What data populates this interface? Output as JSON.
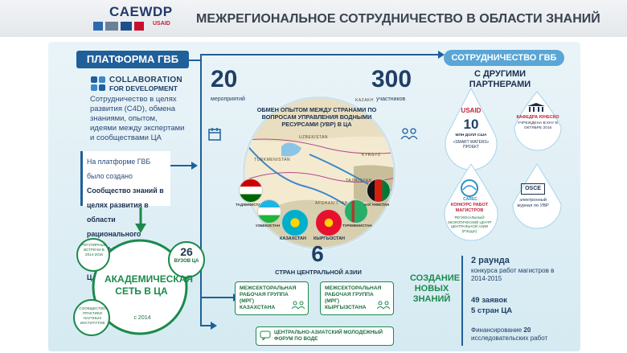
{
  "header": {
    "logo_text": "CAEWDP",
    "usaid": "USAID",
    "title": "МЕЖРЕГИОНАЛЬНОЕ СОТРУДНИЧЕСТВО В ОБЛАСТИ ЗНАНИЙ"
  },
  "platform": {
    "banner": "ПЛАТФОРМА ГВБ",
    "c4d_line1": "COLLABORATION",
    "c4d_line2": "FOR DEVELOPMENT",
    "description": "Сотрудничество в целях развития (C4D), обмена знаниями, опытом, идеями между экспертами и сообществами ЦА",
    "community_intro": "На платформе ГВБ было создано",
    "community_bold": "Сообщество знаний в целях развития в области рационального использования природных ресурсов ЦА"
  },
  "academic": {
    "title": "АКАДЕМИЧЕСКАЯ СЕТЬ В ЦА",
    "meetings": "РЕГУЛЯРНЫЕ ВСТРЕЧИ В 2014-2016",
    "universities_num": "26",
    "universities_label": "ВУЗОВ ЦА",
    "practice": "СООБЩЕСТВО ПРАКТИКИ НАУЧНЫХ ИНСТИТУТОВ",
    "since": "с 2014"
  },
  "stats": {
    "events_num": "20",
    "events_label": "мероприятий",
    "participants_num": "300",
    "participants_label": "участников",
    "countries_num": "6",
    "countries_label": "СТРАН ЦЕНТРАЛЬНОЙ АЗИИ",
    "exchange": "ОБМЕН ОПЫТОМ МЕЖДУ СТРАНАМИ ПО ВОПРОСАМ УПРАВЛЕНИЯ ВОДНЫМИ РЕСУРСАМИ (УВР) В ЦА"
  },
  "map_labels": {
    "kazakhstan": "KAZAKH",
    "uzbekistan": "UZBEKISTAN",
    "turkmenistan": "TURKMENISTAN",
    "kyrgyz": "KYRGYZ",
    "tajik": "TAJIKISTAN",
    "afghanistan": "AFGHANISTAN"
  },
  "flags": {
    "tajikistan": "ТАДЖИКИСТАН",
    "uzbekistan": "УЗБЕКИСТАН",
    "kazakhstan": "КАЗАХСТАН",
    "kyrgyzstan": "КЫРГЫЗСТАН",
    "turkmenistan": "ТУРКМЕНИСТАН",
    "afghanistan": "АФГАНИСТАН"
  },
  "groups": {
    "kz": "МЕЖСЕКТОРАЛЬНАЯ РАБОЧАЯ ГРУППА (МРГ) КАЗАХСТАНА",
    "kg": "МЕЖСЕКТОРАЛЬНАЯ РАБОЧАЯ ГРУППА (МРГ) КЫРГЫЗСТАНА",
    "forum": "ЦЕНТРАЛЬНО-АЗИАТСКИЙ МОЛОДЕЖНЫЙ ФОРУМ ПО ВОДЕ"
  },
  "partners": {
    "banner": "СОТРУДНИЧЕСТВО ГВБ",
    "subtitle": "С ДРУГИМИ ПАРТНЕРАМИ",
    "usaid_name": "USAID",
    "usaid_amount": "10",
    "usaid_unit": "МЛН ДОЛЛ США",
    "usaid_project": "«SMART WATERS» ПРОЕКТ",
    "unesco_title": "КАФЕДРА ЮНЕСКО",
    "unesco_desc": "УЧРЕЖДЕНА В КНУ В ОКТЯБРЕ 2016",
    "carec_logo": "CAREC",
    "carec_title": "КОНКУРС РАБОТ МАГИСТРОВ",
    "carec_desc": "РЕГИОНАЛЬНЫЙ ЭКОЛОГИЧЕСКИЙ ЦЕНТР ЦЕНТРАЛЬНОЙ АЗИИ (РЭЦЦА)",
    "osce_logo": "OSCE",
    "osce_desc": "электронный журнал по УВР"
  },
  "new_knowledge": {
    "title": "СОЗДАНИЕ НОВЫХ ЗНАНИЙ",
    "rounds_bold": "2 раунда",
    "rounds_text": "конкурса работ магистров в 2014-2015",
    "apps": "49 заявок",
    "countries": "5 стран ЦА",
    "funding_text": "Финансирование",
    "funding_num": "20",
    "funding_rest": "исследовательских работ"
  },
  "colors": {
    "accent_blue": "#1f5f9a",
    "accent_green": "#1b8a4c",
    "panel_bg": "#dcedf4"
  }
}
